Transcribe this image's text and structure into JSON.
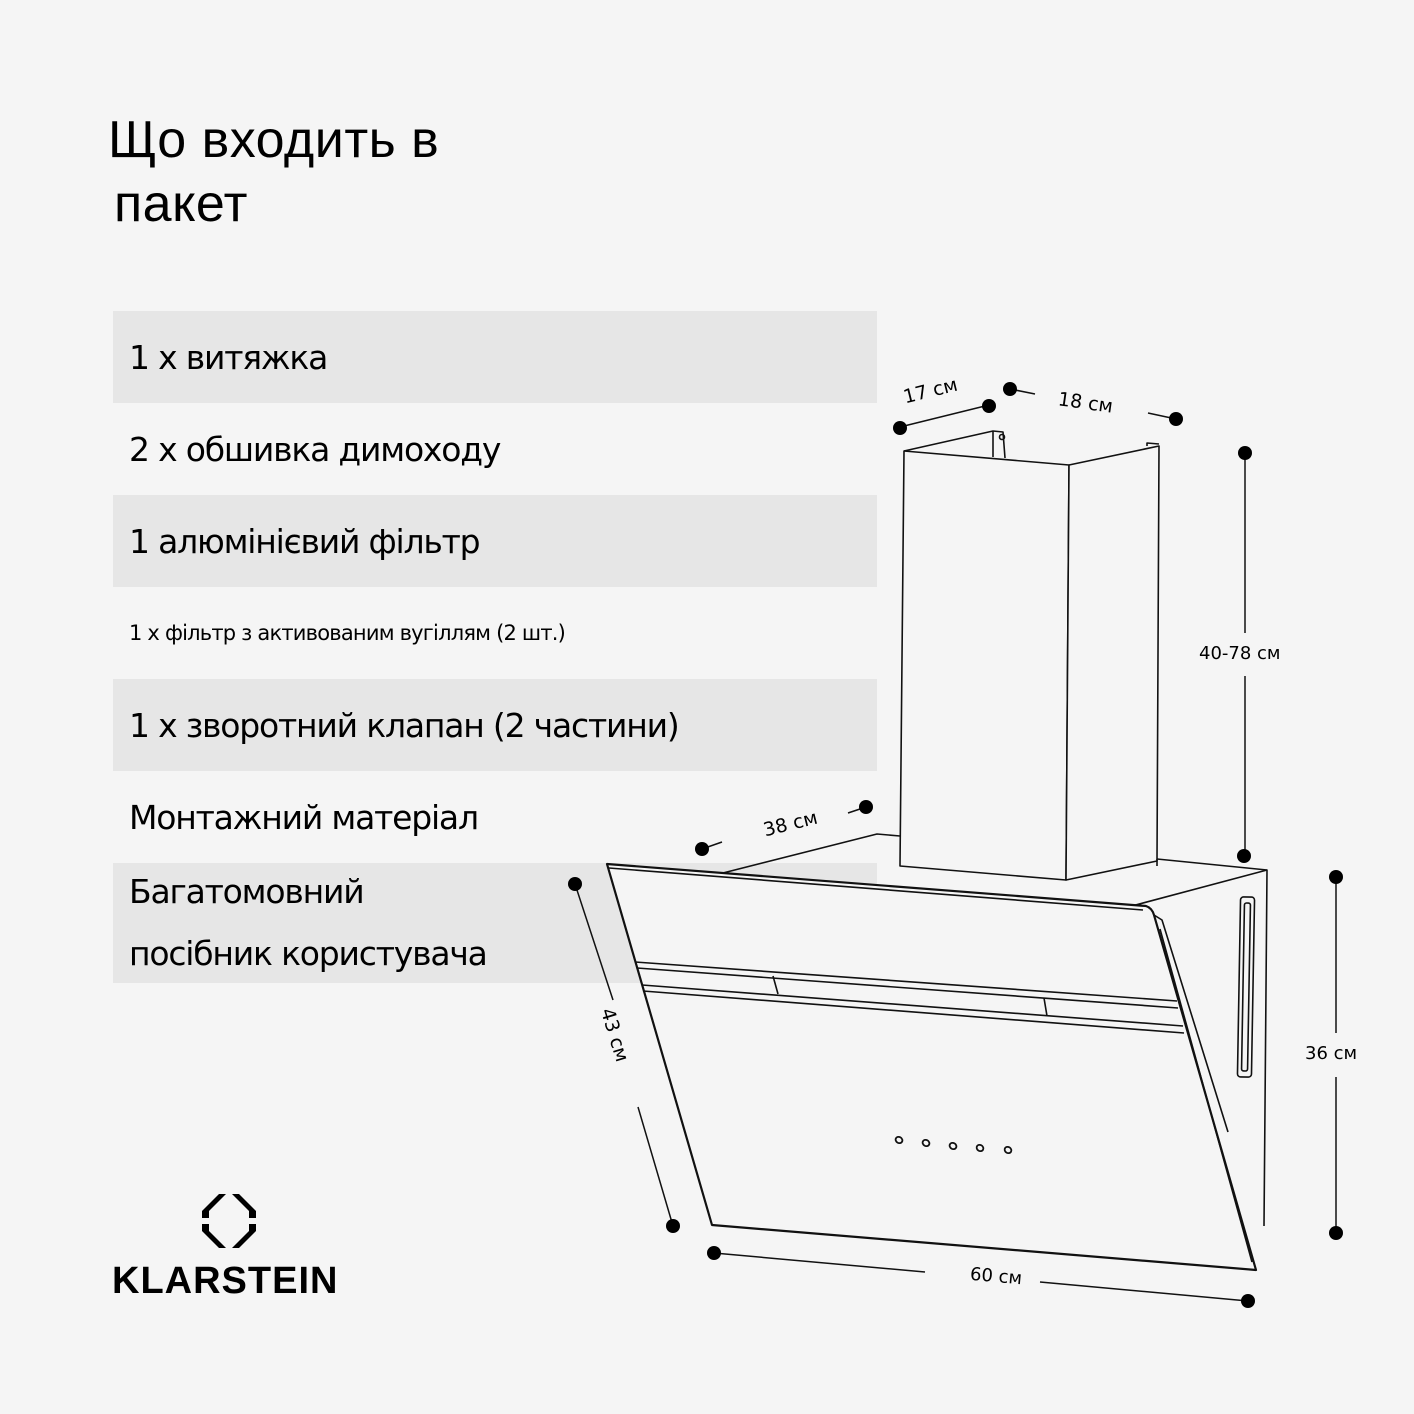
{
  "title": {
    "line1": "Що входить в",
    "line2": "пакет"
  },
  "package_items": [
    {
      "label": "1 x витяжка",
      "shaded": true
    },
    {
      "label": "2 x обшивка димоходу",
      "shaded": false
    },
    {
      "label": "1 алюмінієвий фільтр",
      "shaded": true
    },
    {
      "label": "1 x фільтр з активованим вугіллям (2 шт.)",
      "shaded": false
    },
    {
      "label": "1 x зворотний клапан (2 частини)",
      "shaded": true
    },
    {
      "label": "Монтажний матеріал",
      "shaded": false
    },
    {
      "label_line1": "Багатомовний",
      "label_line2": "посібник користувача",
      "shaded": true
    }
  ],
  "dimensions": {
    "chimney_depth": "17 см",
    "chimney_width": "18 см",
    "chimney_height": "40-78 см",
    "body_depth": "38 см",
    "glass_height": "43 см",
    "body_height": "36 см",
    "width": "60 см"
  },
  "brand": {
    "name": "KLARSTEIN",
    "logo_icon": "octagon-logo-icon"
  },
  "colors": {
    "background": "#f5f5f5",
    "shaded_row": "#e6e6e6",
    "text": "#000000"
  }
}
